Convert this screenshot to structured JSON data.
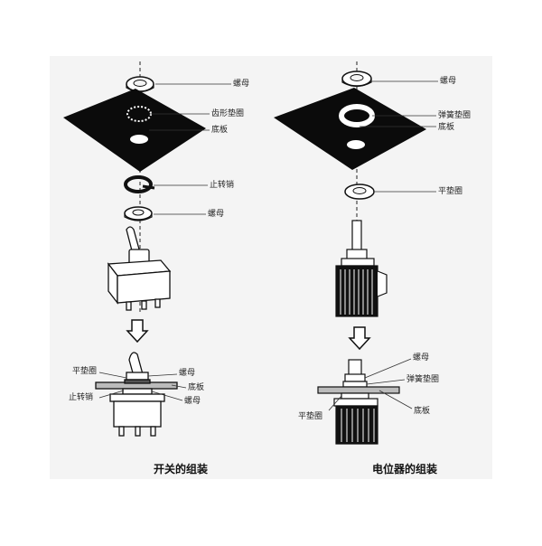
{
  "left": {
    "labels": {
      "nut_top": "螺母",
      "tooth_washer": "齿形垫圈",
      "base_plate": "底板",
      "stop_pin": "止转销",
      "nut_bottom": "螺母"
    },
    "assembled_labels": {
      "flat_washer": "平垫圈",
      "nut_right": "螺母",
      "base_plate": "底板",
      "stop_pin": "止转销",
      "nut_lower": "螺母"
    },
    "caption": "开关的组装"
  },
  "right": {
    "labels": {
      "nut_top": "螺母",
      "spring_washer": "弹簧垫圈",
      "base_plate": "底板",
      "flat_washer": "平垫圈"
    },
    "assembled_labels": {
      "nut": "螺母",
      "spring_washer": "弹簧垫圈",
      "flat_washer": "平垫圈",
      "base_plate": "底板"
    },
    "caption": "电位器的组装"
  },
  "colors": {
    "background": "#f4f4f4",
    "ink": "#111111",
    "plate": "#0b0b0b"
  }
}
